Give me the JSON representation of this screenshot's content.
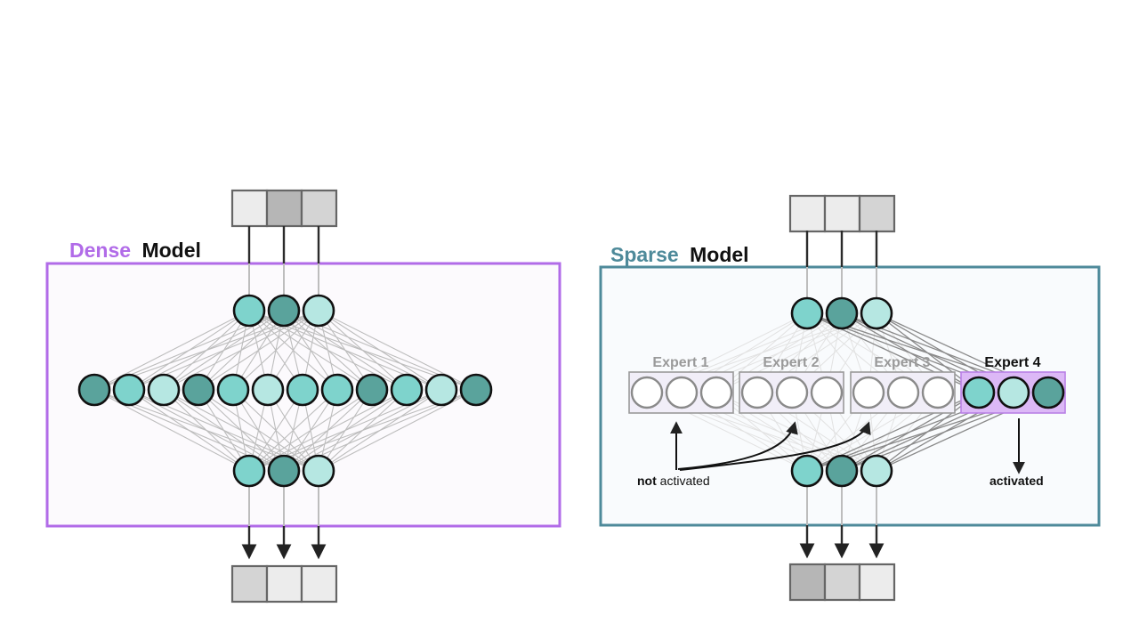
{
  "colors": {
    "dense_accent": "#b16be8",
    "sparse_accent": "#4e8a9a",
    "dense_bg": "#fcfafd",
    "sparse_bg": "#f9fbfd",
    "node_dark": "#5aa39c",
    "node_mid": "#7ed3cc",
    "node_light": "#b6e7e2",
    "node_empty": "#ffffff",
    "expert_box_bg": "#f1eef8",
    "expert_active_bg": "#dcb8f6",
    "expert_active_border": "#b980e6",
    "token_light": "#ececec",
    "token_mid": "#d4d4d4",
    "token_dark": "#b6b6b6",
    "text_dark": "#111111",
    "text_muted": "#9a9a9a"
  },
  "dense": {
    "title_word1": "Dense",
    "title_word2": "Model",
    "input_tokens": [
      "light",
      "dark",
      "mid"
    ],
    "output_tokens": [
      "mid",
      "light",
      "light"
    ],
    "top_layer": [
      "mid",
      "dark",
      "light"
    ],
    "hidden_layer": [
      "dark",
      "mid",
      "light",
      "dark",
      "mid",
      "light",
      "mid",
      "mid",
      "dark",
      "mid",
      "light",
      "dark"
    ],
    "bottom_layer": [
      "mid",
      "dark",
      "light"
    ]
  },
  "sparse": {
    "title_word1": "Sparse",
    "title_word2": "Model",
    "input_tokens": [
      "light",
      "light",
      "mid"
    ],
    "output_tokens": [
      "dark",
      "mid",
      "light"
    ],
    "top_layer": [
      "mid",
      "dark",
      "light"
    ],
    "bottom_layer": [
      "mid",
      "dark",
      "light"
    ],
    "experts": [
      {
        "label": "Expert 1",
        "active": false,
        "nodes": [
          "empty",
          "empty",
          "empty"
        ]
      },
      {
        "label": "Expert 2",
        "active": false,
        "nodes": [
          "empty",
          "empty",
          "empty"
        ]
      },
      {
        "label": "Expert 3",
        "active": false,
        "nodes": [
          "empty",
          "empty",
          "empty"
        ]
      },
      {
        "label": "Expert 4",
        "active": true,
        "nodes": [
          "mid",
          "light",
          "dark"
        ]
      }
    ],
    "not_activated_bold": "not",
    "not_activated_rest": " activated",
    "activated_label": "activated"
  }
}
